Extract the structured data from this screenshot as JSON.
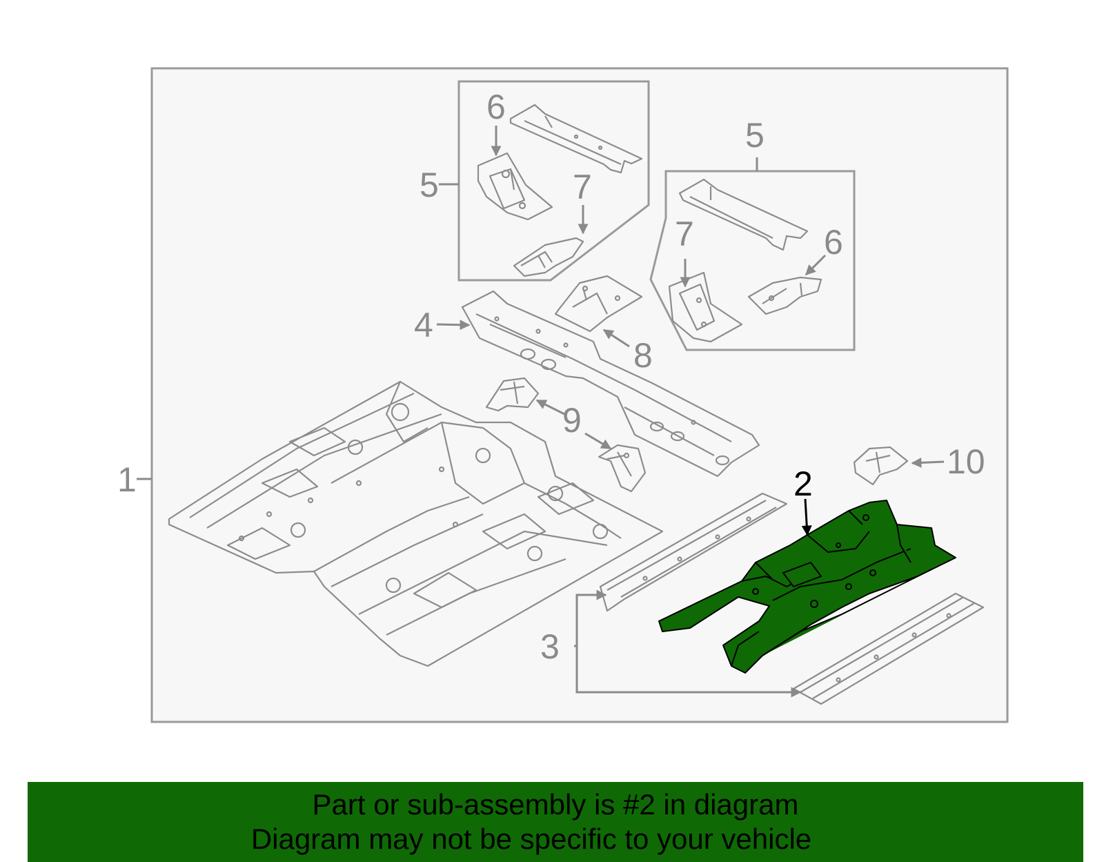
{
  "diagram": {
    "callouts": {
      "c1": "1",
      "c2": "2",
      "c3": "3",
      "c4": "4",
      "c5a": "5",
      "c5b": "5",
      "c6a": "6",
      "c6b": "6",
      "c7a": "7",
      "c7b": "7",
      "c8": "8",
      "c9": "9",
      "c10": "10"
    },
    "highlighted_part": "2",
    "colors": {
      "frame": "#9a9a9a",
      "panel_bg": "#f7f7f7",
      "line": "#8c8c8c",
      "highlight_fill": "#0f6a05",
      "highlight_stroke": "#000000",
      "banner_bg": "#0f6a05"
    }
  },
  "banner": {
    "line1": "Part or sub-assembly is #2 in diagram",
    "line2": "Diagram may not be specific to your vehicle"
  }
}
